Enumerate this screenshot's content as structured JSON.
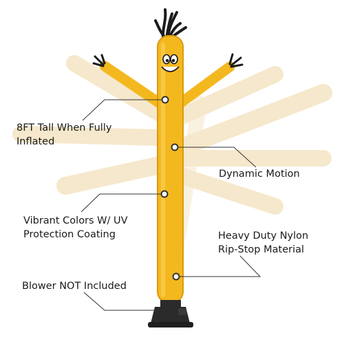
{
  "product": {
    "name": "Inflatable Tube Man",
    "body_color": "#F4B81F",
    "body_edge_color": "#D99A10",
    "hair_color": "#1c1c1c",
    "base_color": "#2b2b2b",
    "ghost_color": "#EFD7A4"
  },
  "callouts": [
    {
      "id": "tall",
      "lines": [
        "8FT Tall When Fully",
        "Inflated"
      ]
    },
    {
      "id": "motion",
      "lines": [
        "Dynamic Motion"
      ]
    },
    {
      "id": "vibrant",
      "lines": [
        "Vibrant Colors W/ UV",
        "Protection Coating"
      ]
    },
    {
      "id": "nylon",
      "lines": [
        "Heavy Duty Nylon",
        "Rip-Stop Material"
      ]
    },
    {
      "id": "blower",
      "lines": [
        "Blower NOT Included"
      ]
    }
  ]
}
